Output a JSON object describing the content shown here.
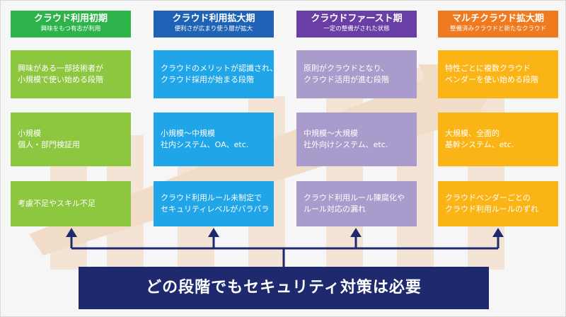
{
  "columns": [
    {
      "title": "クラウド利用初期",
      "subtitle": "興味をもつ有志が利用",
      "rows": [
        [
          "興味がある一部技術者が",
          "小規模で使い始める段階"
        ],
        [
          "小規模",
          "個人・部門検証用"
        ],
        [
          "考慮不足やスキル不足"
        ]
      ]
    },
    {
      "title": "クラウド利用拡大期",
      "subtitle": "便利さが広まり使う層が拡大",
      "rows": [
        [
          "クラウドのメリットが認識され、",
          "クラウド採用が始まる段階"
        ],
        [
          "小規模～中規模",
          "社内システム、OA、etc."
        ],
        [
          "クラウド利用ルール未制定で",
          "セキュリティレベルがバラバラ"
        ]
      ]
    },
    {
      "title": "クラウドファースト期",
      "subtitle": "一定の整備がされた状態",
      "rows": [
        [
          "原則がクラウドとなり、",
          "クラウド活用が進む段階"
        ],
        [
          "中規模～大規模",
          "社外向けシステム、etc."
        ],
        [
          "クラウド利用ルール陳腐化や",
          "ルール対応の漏れ"
        ]
      ]
    },
    {
      "title": "マルチクラウド拡大期",
      "subtitle": "整備済みクラウドと新たなクラウド",
      "rows": [
        [
          "特性ごとに複数クラウド",
          "ベンダーを使い始める段階"
        ],
        [
          "大規模、全面的",
          "基幹システム、etc."
        ],
        [
          "クラウドベンダーごとの",
          "クラウド利用ルールのずれ"
        ]
      ]
    }
  ],
  "banner": "どの段階でもセキュリティ対策は必要",
  "colors": {
    "headers": [
      "#2db34a",
      "#1f63b6",
      "#6a3fa5",
      "#f07a1f"
    ],
    "boxes": [
      "#8dc63f",
      "#1fa5e8",
      "#a99bcb",
      "#fbb415"
    ],
    "banner": "#1f2a6e",
    "arrow": "#1f2a6e"
  }
}
